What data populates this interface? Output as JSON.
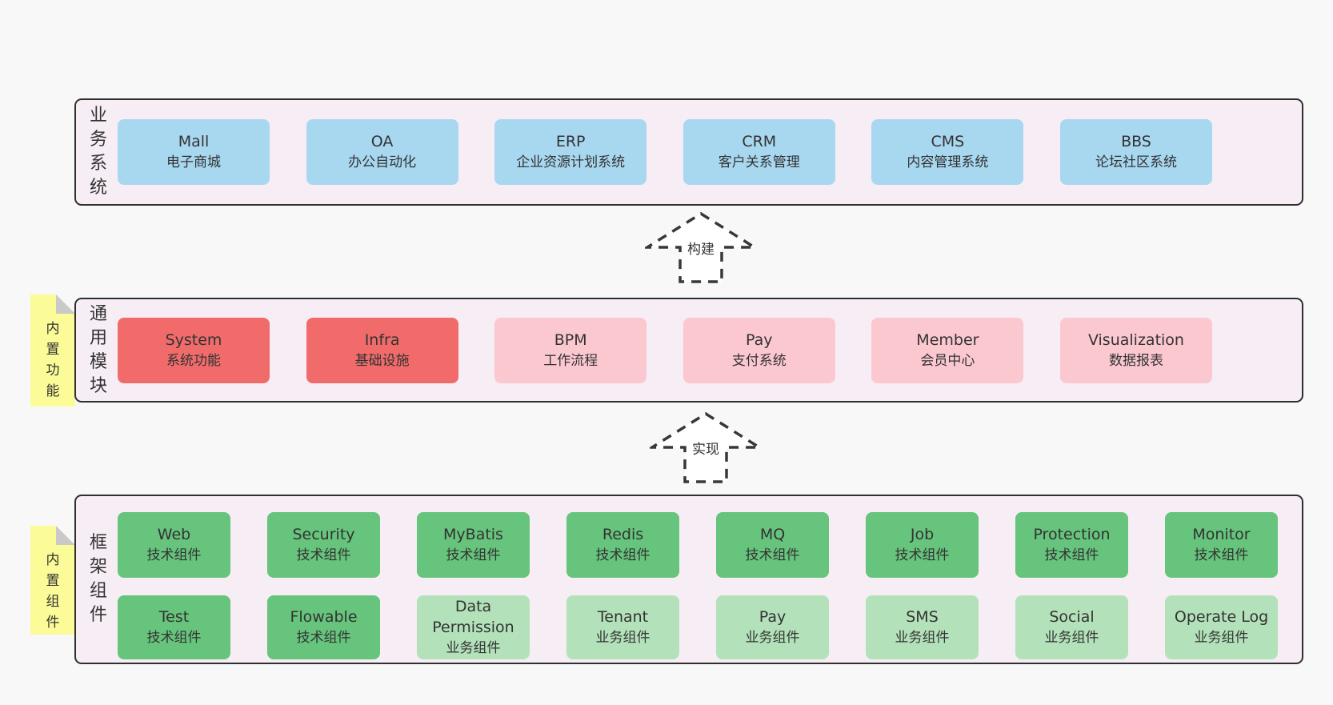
{
  "colors": {
    "page_bg": "#f8f8f8",
    "layer_bg": "#f7edf5",
    "layer_border": "#2f2f2f",
    "blue": "#a8d7f0",
    "red": "#f16b6b",
    "pink": "#fbc8d0",
    "green_dark": "#66c47c",
    "green_light": "#b3e2ba",
    "sticky_yellow": "#fbfb97",
    "sticky_fold_gray": "#c9c9c9",
    "text": "#333333"
  },
  "business_layer": {
    "label": "业务系统",
    "boxes": [
      {
        "name": "Mall",
        "sub": "电子商城"
      },
      {
        "name": "OA",
        "sub": "办公自动化"
      },
      {
        "name": "ERP",
        "sub": "企业资源计划系统"
      },
      {
        "name": "CRM",
        "sub": "客户关系管理"
      },
      {
        "name": "CMS",
        "sub": "内容管理系统"
      },
      {
        "name": "BBS",
        "sub": "论坛社区系统"
      }
    ]
  },
  "build_arrow": {
    "label": "构建"
  },
  "module_layer": {
    "label": "通用模块",
    "sticky_label": "内置功能",
    "boxes": [
      {
        "name": "System",
        "sub": "系统功能"
      },
      {
        "name": "Infra",
        "sub": "基础设施"
      },
      {
        "name": "BPM",
        "sub": "工作流程"
      },
      {
        "name": "Pay",
        "sub": "支付系统"
      },
      {
        "name": "Member",
        "sub": "会员中心"
      },
      {
        "name": "Visualization",
        "sub": "数据报表"
      }
    ]
  },
  "implement_arrow": {
    "label": "实现"
  },
  "component_layer": {
    "label": "框架组件",
    "sticky_label": "内置组件",
    "row1": [
      {
        "name": "Web",
        "sub": "技术组件"
      },
      {
        "name": "Security",
        "sub": "技术组件"
      },
      {
        "name": "MyBatis",
        "sub": "技术组件"
      },
      {
        "name": "Redis",
        "sub": "技术组件"
      },
      {
        "name": "MQ",
        "sub": "技术组件"
      },
      {
        "name": "Job",
        "sub": "技术组件"
      },
      {
        "name": "Protection",
        "sub": "技术组件"
      },
      {
        "name": "Monitor",
        "sub": "技术组件"
      }
    ],
    "row2": [
      {
        "name": "Test",
        "sub": "技术组件"
      },
      {
        "name": "Flowable",
        "sub": "技术组件"
      },
      {
        "name": "Data Permission",
        "sub": "业务组件"
      },
      {
        "name": "Tenant",
        "sub": "业务组件"
      },
      {
        "name": "Pay",
        "sub": "业务组件"
      },
      {
        "name": "SMS",
        "sub": "业务组件"
      },
      {
        "name": "Social",
        "sub": "业务组件"
      },
      {
        "name": "Operate Log",
        "sub": "业务组件"
      }
    ]
  }
}
